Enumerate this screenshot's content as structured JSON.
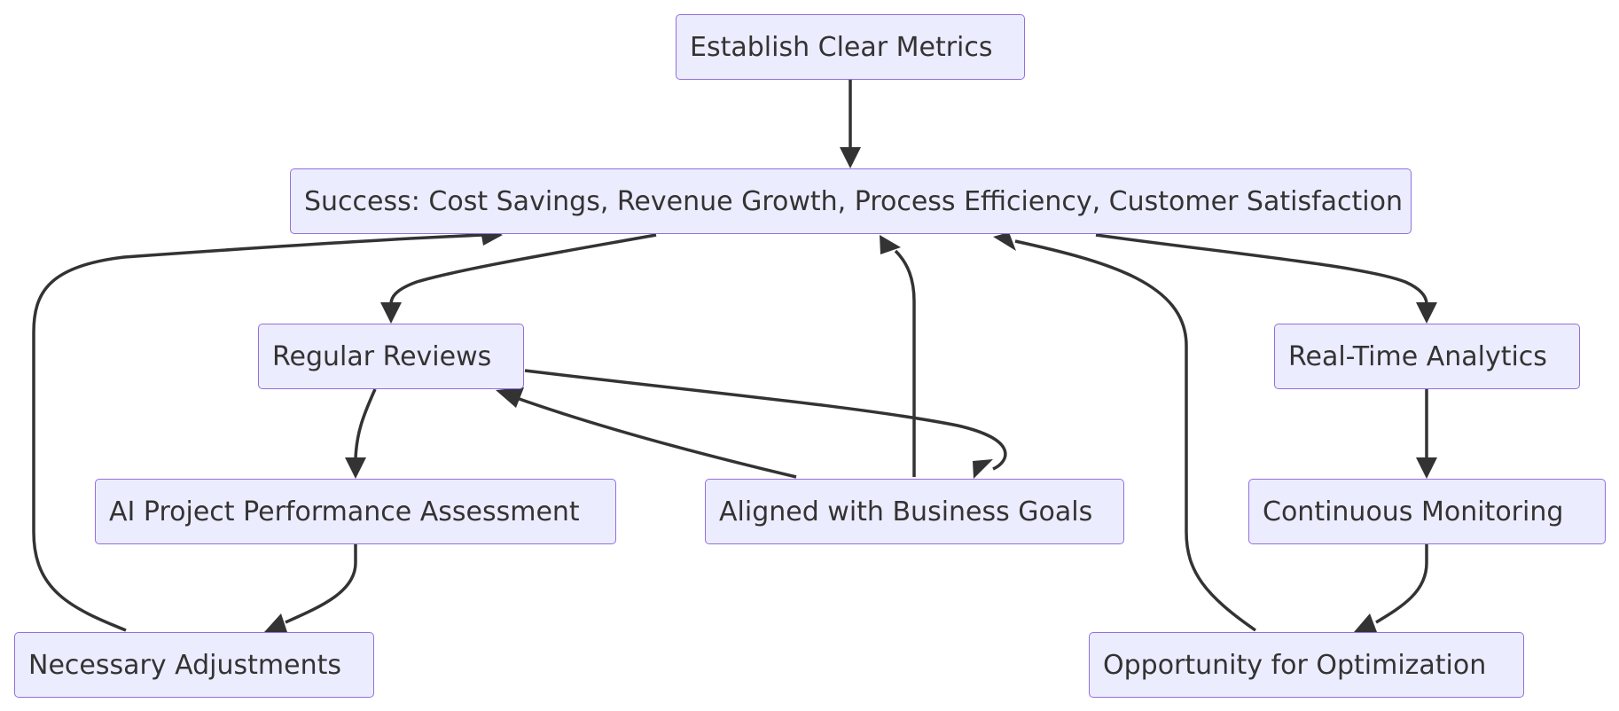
{
  "diagram": {
    "nodes": {
      "establish_metrics": "Establish Clear Metrics",
      "success": "Success: Cost Savings, Revenue Growth, Process Efficiency, Customer Satisfaction",
      "regular_reviews": "Regular Reviews",
      "real_time_analytics": "Real-Time Analytics",
      "ai_assessment": "AI Project Performance Assessment",
      "aligned_goals": "Aligned with Business Goals",
      "continuous_monitoring": "Continuous Monitoring",
      "necessary_adjustments": "Necessary Adjustments",
      "optimization": "Opportunity for Optimization"
    },
    "edges": [
      {
        "from": "establish_metrics",
        "to": "success"
      },
      {
        "from": "success",
        "to": "regular_reviews"
      },
      {
        "from": "success",
        "to": "real_time_analytics"
      },
      {
        "from": "regular_reviews",
        "to": "ai_assessment"
      },
      {
        "from": "regular_reviews",
        "to": "aligned_goals"
      },
      {
        "from": "aligned_goals",
        "to": "regular_reviews"
      },
      {
        "from": "aligned_goals",
        "to": "success"
      },
      {
        "from": "ai_assessment",
        "to": "necessary_adjustments"
      },
      {
        "from": "necessary_adjustments",
        "to": "success"
      },
      {
        "from": "real_time_analytics",
        "to": "continuous_monitoring"
      },
      {
        "from": "continuous_monitoring",
        "to": "optimization"
      },
      {
        "from": "optimization",
        "to": "success"
      }
    ],
    "colors": {
      "node_fill": "#ececff",
      "node_border": "#9370db",
      "edge": "#333333",
      "text": "#333333"
    }
  }
}
